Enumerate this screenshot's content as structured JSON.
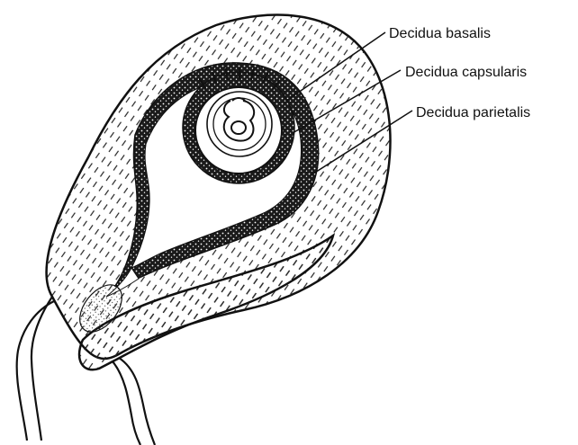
{
  "labels": {
    "basalis": "Decidua basalis",
    "capsularis": "Decidua capsularis",
    "parietalis": "Decidua parietalis"
  },
  "colors": {
    "ink": "#111111",
    "paper": "#ffffff"
  }
}
